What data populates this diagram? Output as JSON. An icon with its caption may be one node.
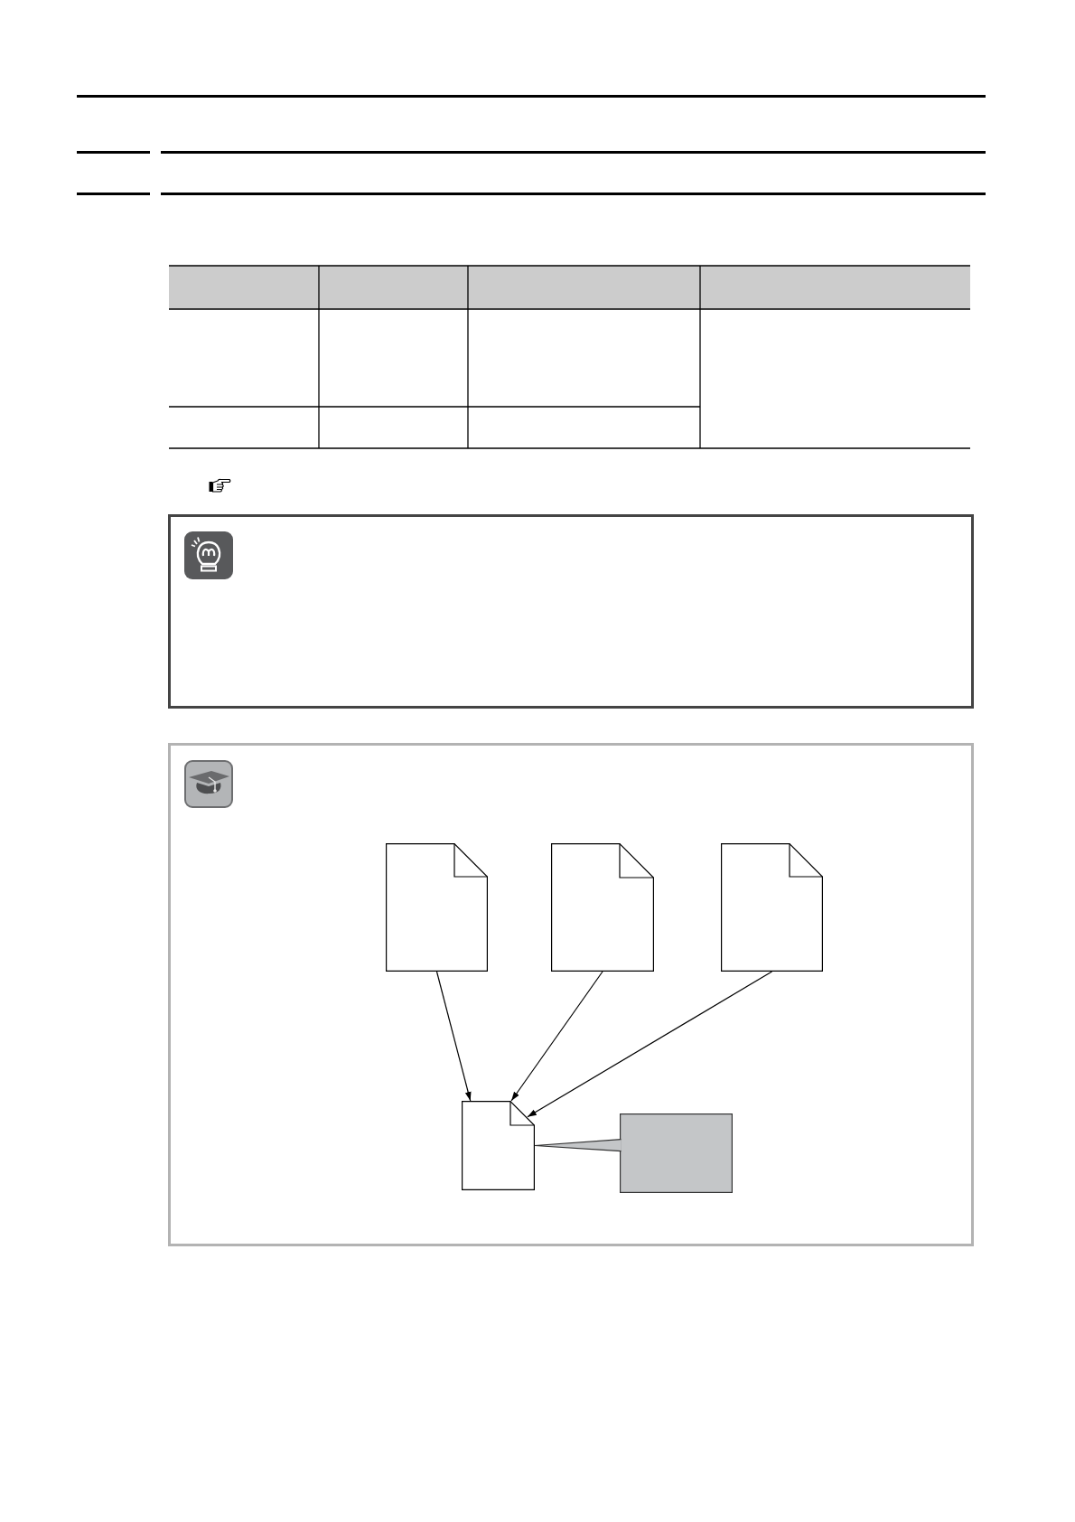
{
  "diagram": {
    "nodes": [
      {
        "text": [],
        "shape": "document"
      },
      {
        "text": [],
        "shape": "document"
      },
      {
        "text": [],
        "shape": "document"
      },
      {
        "text": [],
        "shape": "document"
      },
      {
        "text": [],
        "shape": "callout"
      }
    ],
    "edges": [
      {
        "from": 0,
        "to": 3,
        "arrow": "to"
      },
      {
        "from": 1,
        "to": 3,
        "arrow": "to"
      },
      {
        "from": 2,
        "to": 3,
        "arrow": "to"
      },
      {
        "from": 4,
        "to": 3,
        "arrow": "none"
      }
    ]
  }
}
